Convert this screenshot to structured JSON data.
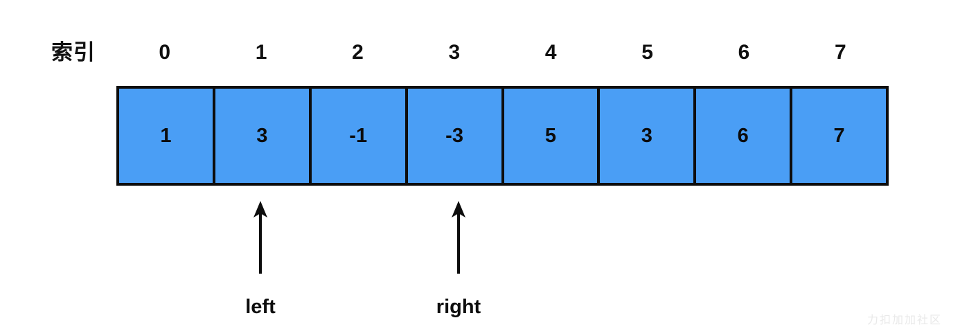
{
  "diagram": {
    "type": "array-two-pointer-illustration",
    "row_label": "索引",
    "indices": [
      "0",
      "1",
      "2",
      "3",
      "4",
      "5",
      "6",
      "7"
    ],
    "values": [
      "1",
      "3",
      "-1",
      "-3",
      "5",
      "3",
      "6",
      "7"
    ],
    "pointers": [
      {
        "id": "left",
        "label": "left",
        "index": 1,
        "glyph": "up-arrow"
      },
      {
        "id": "right",
        "label": "right",
        "index": 3,
        "glyph": "up-arrow"
      }
    ],
    "colors": {
      "cell_fill": "#4a9ef5",
      "border": "#0d0d0d",
      "text": "#0b0b0b",
      "background": "#ffffff"
    },
    "watermark": "力扣加加社区"
  }
}
